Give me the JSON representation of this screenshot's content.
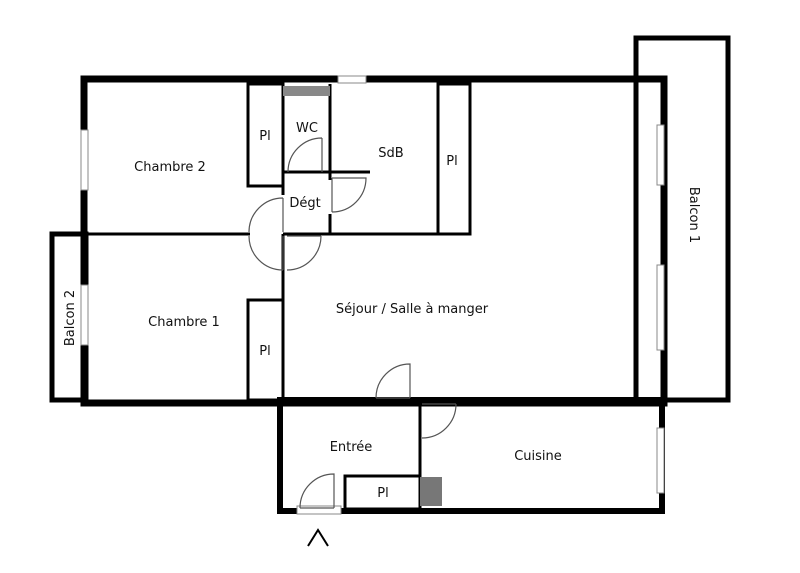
{
  "plan": {
    "rooms": {
      "chambre2": "Chambre 2",
      "chambre1": "Chambre 1",
      "wc": "WC",
      "sdb": "SdB",
      "degt": "Dégt",
      "sejour": "Séjour / Salle à manger",
      "entree": "Entrée",
      "cuisine": "Cuisine",
      "balcon1": "Balcon 1",
      "balcon2": "Balcon 2",
      "pl": "Pl"
    },
    "colors": {
      "wall": "#000000",
      "duct": "#888888"
    },
    "entrance_icon": "chevron-up-icon"
  }
}
